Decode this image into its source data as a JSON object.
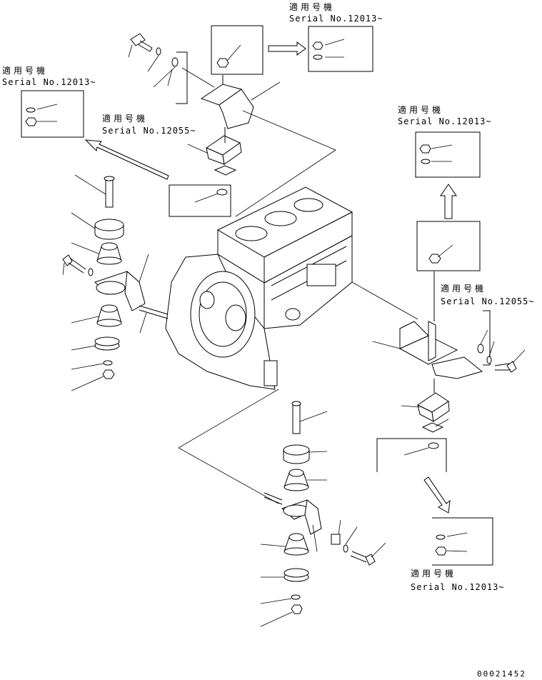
{
  "notes": {
    "top_center": {
      "jp": "適用号機",
      "serial": "Serial No.12013~"
    },
    "top_left": {
      "jp": "適用号機",
      "serial": "Serial No.12013~"
    },
    "mid_left": {
      "jp": "適用号機",
      "serial": "Serial No.12055~"
    },
    "right_top": {
      "jp": "適用号機",
      "serial": "Serial No.12013~"
    },
    "right_mid": {
      "jp": "適用号機",
      "serial": "Serial No.12055~"
    },
    "bottom_right": {
      "jp": "適用号機",
      "serial": "Serial No.12013~"
    }
  },
  "drawing_code": "00021452"
}
